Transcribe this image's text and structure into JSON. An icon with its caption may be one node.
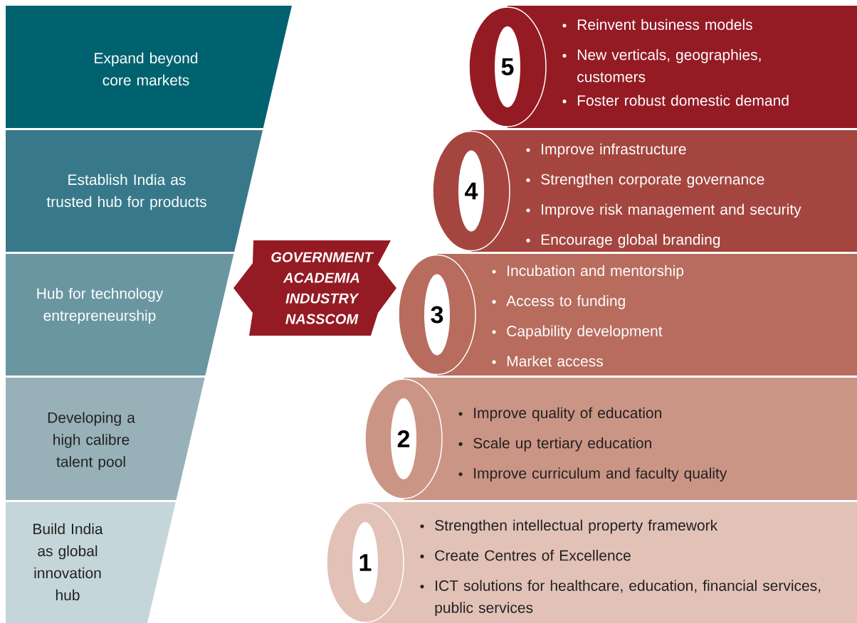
{
  "diagram": {
    "nodes": [
      {
        "text": [
          "Expand beyond core markets"
        ]
      },
      {
        "text": [
          "Establish India as trusted hub for products"
        ]
      },
      {
        "text": [
          "Hub for technology entrepreneurship"
        ]
      },
      {
        "text": [
          "Developing a high calibre talent pool"
        ]
      },
      {
        "text": [
          "Build India as global innovation hub"
        ]
      },
      {
        "text": [
          "GOVERNMENT",
          "ACADEMIA",
          "INDUSTRY",
          "NASSCOM"
        ]
      },
      {
        "text": [
          "5",
          "Reinvent business models",
          "New verticals, geographies, customers",
          "Foster robust domestic demand"
        ]
      },
      {
        "text": [
          "4",
          "Improve infrastructure",
          "Strengthen corporate governance",
          "Improve risk management and security",
          "Encourage global branding"
        ]
      },
      {
        "text": [
          "3",
          "Incubation and mentorship",
          "Access to funding",
          "Capability development",
          "Market access"
        ]
      },
      {
        "text": [
          "2",
          "Improve quality of education",
          "Scale up tertiary education",
          "Improve curriculum and faculty quality"
        ]
      },
      {
        "text": [
          "1",
          "Strengthen intellectual property framework",
          "Create Centres of Excellence",
          "ICT solutions for healthcare, education, financial services, public services"
        ]
      }
    ]
  }
}
